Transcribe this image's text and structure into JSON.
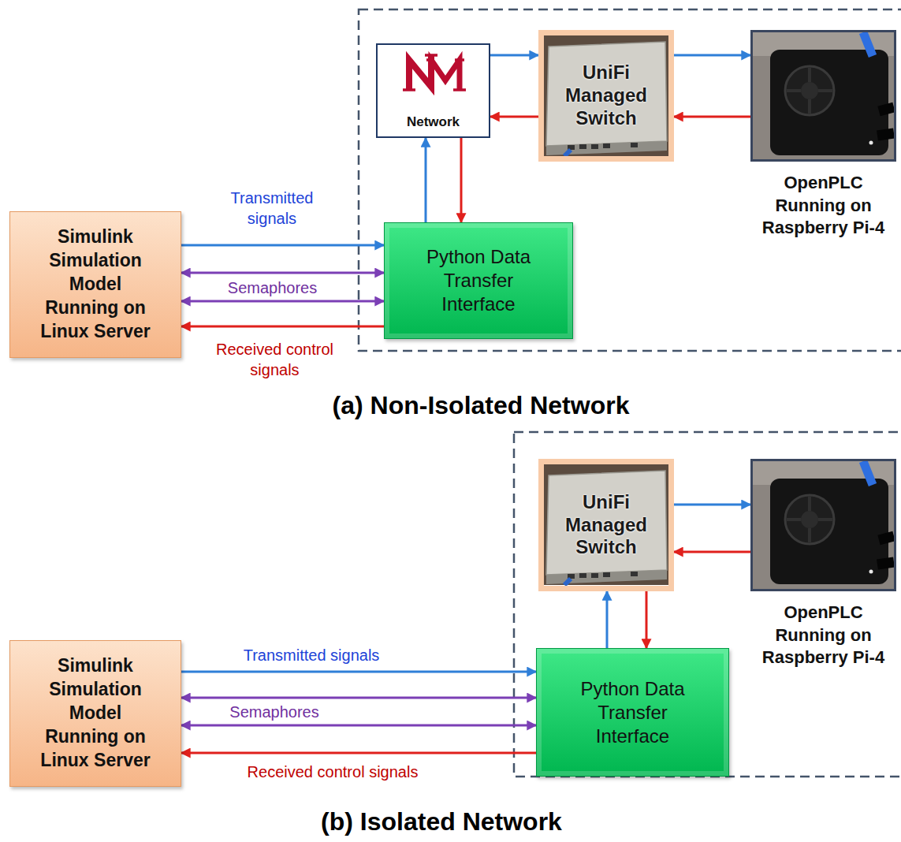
{
  "diagram": {
    "nodes": [
      {
        "text": [
          "Simulink Simulation Model Running on Linux Server"
        ]
      },
      {
        "text": [
          "Python Data Transfer Interface"
        ]
      },
      {
        "text": [
          "Network"
        ]
      },
      {
        "text": [
          "UniFi Managed Switch"
        ]
      },
      {
        "text": [
          "OpenPLC Running on Raspberry Pi-4"
        ]
      },
      {
        "text": [
          "Simulink Simulation Model Running on Linux Server"
        ]
      },
      {
        "text": [
          "Python Data Transfer Interface"
        ]
      },
      {
        "text": [
          "UniFi Managed Switch"
        ]
      },
      {
        "text": [
          "OpenPLC Running on Raspberry Pi-4"
        ]
      }
    ],
    "edges": [
      {
        "from": 0,
        "to": 1,
        "arrow": "to",
        "label": "Transmitted signals"
      },
      {
        "from": 0,
        "to": 1,
        "arrow": "both",
        "label": "Semaphores"
      },
      {
        "from": 0,
        "to": 1,
        "arrow": "both"
      },
      {
        "from": 1,
        "to": 0,
        "arrow": "to",
        "label": "Received control signals"
      },
      {
        "from": 1,
        "to": 2,
        "arrow": "to"
      },
      {
        "from": 2,
        "to": 1,
        "arrow": "to"
      },
      {
        "from": 2,
        "to": 3,
        "arrow": "to"
      },
      {
        "from": 3,
        "to": 2,
        "arrow": "to"
      },
      {
        "from": 3,
        "to": 4,
        "arrow": "to"
      },
      {
        "from": 4,
        "to": 3,
        "arrow": "to"
      },
      {
        "from": 5,
        "to": 6,
        "arrow": "to",
        "label": "Transmitted signals"
      },
      {
        "from": 5,
        "to": 6,
        "arrow": "both",
        "label": "Semaphores"
      },
      {
        "from": 5,
        "to": 6,
        "arrow": "both"
      },
      {
        "from": 6,
        "to": 5,
        "arrow": "to",
        "label": "Received control signals"
      },
      {
        "from": 6,
        "to": 7,
        "arrow": "to"
      },
      {
        "from": 7,
        "to": 6,
        "arrow": "to"
      },
      {
        "from": 7,
        "to": 8,
        "arrow": "to"
      },
      {
        "from": 8,
        "to": 7,
        "arrow": "to"
      }
    ],
    "labels": [
      "(a) Non-Isolated Network",
      "(b) Isolated Network"
    ]
  }
}
